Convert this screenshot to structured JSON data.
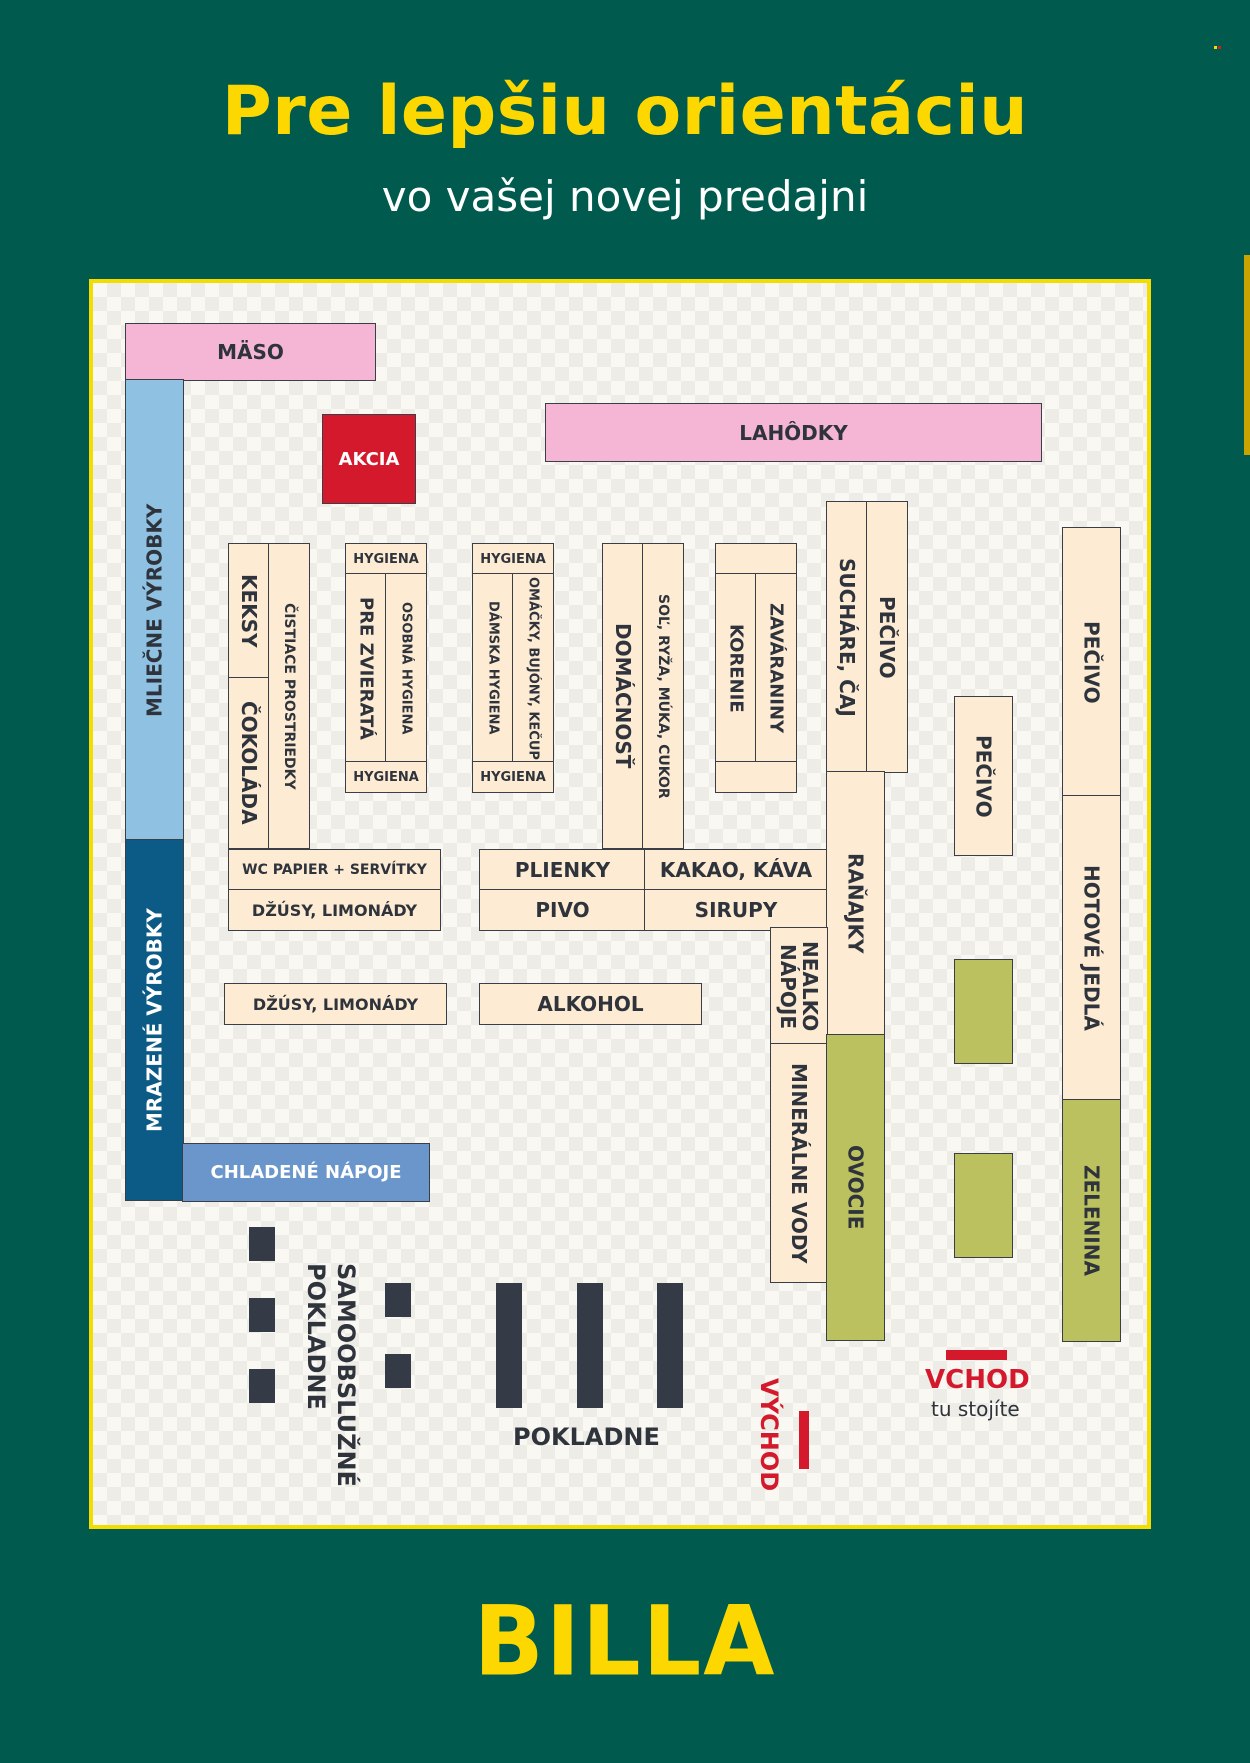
{
  "header": {
    "title": "Pre lepšiu orientáciu",
    "subtitle": "vo vašej novej predajni"
  },
  "sections": {
    "maso": "MÄSO",
    "lahodky": "LAHÔDKY",
    "akcia": "AKCIA",
    "mliecne": "MLIEČNE VÝROBKY",
    "mrazene": "MRAZENÉ VÝROBKY",
    "chladene": "CHLADENÉ NÁPOJE",
    "keksy": "KEKSY",
    "cokolada": "ČOKOLÁDA",
    "cistiace": "ČISTIACE PROSTRIEDKY",
    "hygiena": "HYGIENA",
    "pre_zvierata": "PRE ZVIERATÁ",
    "osobna_hygiena": "OSOBNÁ HYGIENA",
    "damska_hygiena": "DÁMSKA HYGIENA",
    "omacky": "OMÁČKY, BUJÓNY, KEČUP",
    "domacnost": "DOMÁCNOSŤ",
    "sol": "SOĽ, RYŽA, MÚKA, CUKOR",
    "korenie": "KORENIE",
    "zavaraniny": "ZAVÁRANINY",
    "suchare": "SUCHÁRE, ČAJ",
    "pecivo": "PEČIVO",
    "wc_papier": "WC PAPIER + SERVÍTKY",
    "dzusy": "DŽÚSY, LIMONÁDY",
    "plienky": "PLIENKY",
    "kakao": "KAKAO, KÁVA",
    "pivo": "PIVO",
    "sirupy": "SIRUPY",
    "alkohol": "ALKOHOL",
    "ranajky": "RAŇAJKY",
    "nealko": "NEALKO NÁPOJE",
    "mineralne": "MINERÁLNE VODY",
    "ovocie": "OVOCIE",
    "hotove_jedla": "HOTOVÉ JEDLÁ",
    "zelenina": "ZELENINA",
    "pokladne": "POKLADNE",
    "samoobsluzne": "SAMOOBSLUŽNÉ POKLADNE",
    "vychod": "VÝCHOD",
    "vchod": "VCHOD",
    "tu_stojite": "tu stojíte"
  },
  "footer": {
    "logo": "BILLA"
  },
  "colors": {
    "background": "#005a4e",
    "accent_yellow": "#fdd800",
    "shelf": "#fdecd3",
    "pink": "#f5b6d6",
    "red": "#d4192c",
    "light_blue": "#8fc1e3",
    "dark_blue": "#0c5a86",
    "mid_blue": "#6a96cc",
    "green": "#bcc15f",
    "checkout": "#343a46"
  }
}
